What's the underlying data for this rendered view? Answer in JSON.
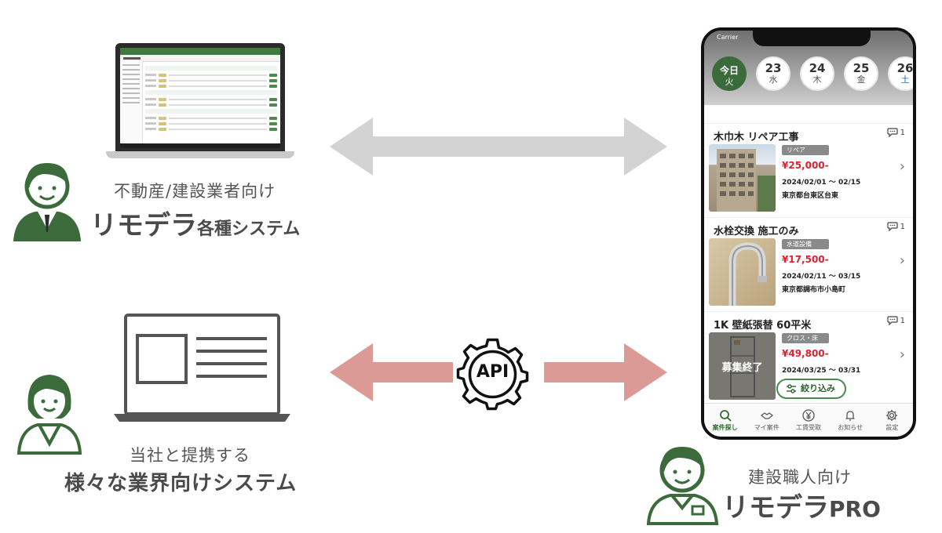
{
  "left_top": {
    "subtitle": "不動産/建設業者向け",
    "title_main": "リモデラ",
    "title_small": "各種システム"
  },
  "left_bottom": {
    "subtitle": "当社と提携する",
    "title": "様々な業界向けシステム"
  },
  "right": {
    "subtitle": "建設職人向け",
    "title_main": "リモデラ",
    "title_pro": "PRO"
  },
  "api_label": "API",
  "colors": {
    "green": "#3b6b3b",
    "arrow_gray": "#d3d3d3",
    "arrow_pink": "#dc9a97",
    "price_red": "#e0202a"
  },
  "phone": {
    "carrier": "Carrier",
    "days": [
      {
        "num": "今日",
        "wd": "火",
        "today": true
      },
      {
        "num": "23",
        "wd": "水"
      },
      {
        "num": "24",
        "wd": "木"
      },
      {
        "num": "25",
        "wd": "金"
      },
      {
        "num": "26",
        "wd": "土"
      }
    ],
    "cards": [
      {
        "title": "木巾木 リペア工事",
        "comments": "1",
        "tag": "リペア",
        "price": "¥25,000-",
        "date": "2024/02/01 ～ 02/15",
        "addr": "東京都台東区台東"
      },
      {
        "title": "水栓交換 施工のみ",
        "comments": "1",
        "tag": "水道設備",
        "price": "¥17,500-",
        "date": "2024/02/11 ～ 03/15",
        "addr": "東京都調布市小島町"
      },
      {
        "title": "1K 壁紙張替 60平米",
        "comments": "1",
        "tag": "クロス・床",
        "price": "¥49,800-",
        "date": "2024/03/25 ～ 03/31",
        "addr": "",
        "ended": "募集終了"
      }
    ],
    "filter": "絞り込み",
    "tabs": [
      {
        "label": "案件探し",
        "icon": "search-icon",
        "active": true
      },
      {
        "label": "マイ案件",
        "icon": "handshake-icon"
      },
      {
        "label": "工賃受取",
        "icon": "yen-icon"
      },
      {
        "label": "お知らせ",
        "icon": "bell-icon"
      },
      {
        "label": "設定",
        "icon": "gear-icon"
      }
    ]
  }
}
